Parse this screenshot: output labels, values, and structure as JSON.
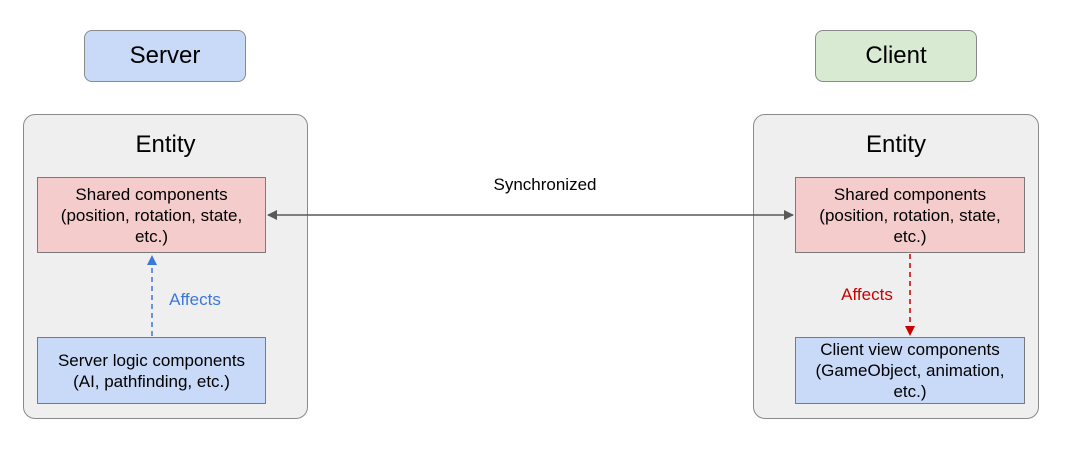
{
  "server_label": "Server",
  "client_label": "Client",
  "server_entity": {
    "title": "Entity",
    "shared_components": "Shared components\n(position, rotation, state,\netc.)",
    "logic_components": "Server logic components\n(AI, pathfinding, etc.)",
    "affects_label": "Affects"
  },
  "client_entity": {
    "title": "Entity",
    "shared_components": "Shared components\n(position, rotation, state,\netc.)",
    "view_components": "Client view components\n(GameObject, animation,\netc.)",
    "affects_label": "Affects"
  },
  "sync_label": "Synchronized",
  "colors": {
    "server_label_bg": "#c9daf8",
    "client_label_bg": "#d9ead3",
    "shared_bg": "#f4cccc",
    "logic_bg": "#c9daf8",
    "entity_bg": "#efefef",
    "affects_server": "#3c78d8",
    "affects_client": "#cc0000",
    "sync_arrow": "#595959"
  }
}
